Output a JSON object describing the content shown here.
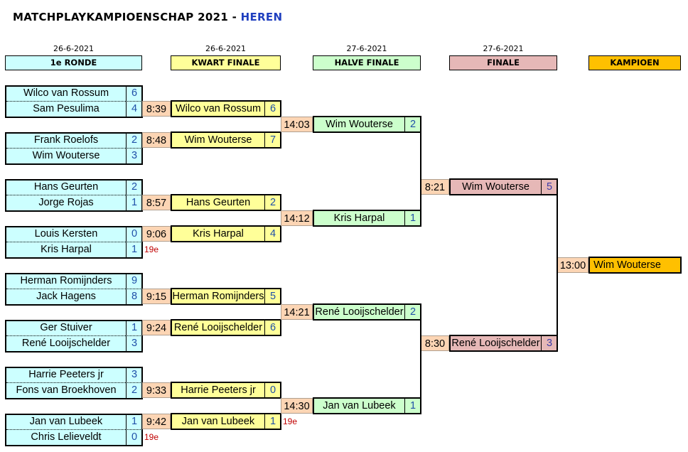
{
  "title": {
    "main": "MATCHPLAYKAMPIOENSCHAP 2021 -",
    "sub": "HEREN"
  },
  "rounds": [
    {
      "date": "26-6-2021",
      "label": "1e RONDE",
      "color": "#ccffff"
    },
    {
      "date": "26-6-2021",
      "label": "KWART FINALE",
      "color": "#ffff99"
    },
    {
      "date": "27-6-2021",
      "label": "HALVE FINALE",
      "color": "#ccffcc"
    },
    {
      "date": "27-6-2021",
      "label": "FINALE",
      "color": "#e6b8b7"
    },
    {
      "date": "",
      "label": "KAMPIOEN",
      "color": "#ffc000"
    }
  ],
  "first_round": [
    [
      {
        "name": "Wilco van Rossum",
        "score": "6"
      },
      {
        "name": "Sam Pesulima",
        "score": "4"
      }
    ],
    [
      {
        "name": "Frank Roelofs",
        "score": "2"
      },
      {
        "name": "Wim Wouterse",
        "score": "3"
      }
    ],
    [
      {
        "name": "Hans Geurten",
        "score": "2"
      },
      {
        "name": "Jorge Rojas",
        "score": "1"
      }
    ],
    [
      {
        "name": "Louis Kersten",
        "score": "0"
      },
      {
        "name": "Kris Harpal",
        "score": "1",
        "note": "19e"
      }
    ],
    [
      {
        "name": "Herman Romijnders",
        "score": "9"
      },
      {
        "name": "Jack Hagens",
        "score": "8"
      }
    ],
    [
      {
        "name": "Ger Stuiver",
        "score": "1"
      },
      {
        "name": "René Looijschelder",
        "score": "3"
      }
    ],
    [
      {
        "name": "Harrie Peeters jr",
        "score": "3"
      },
      {
        "name": "Fons van Broekhoven",
        "score": "2"
      }
    ],
    [
      {
        "name": "Jan van Lubeek",
        "score": "1"
      },
      {
        "name": "Chris Lelieveldt",
        "score": "0",
        "note": "19e"
      }
    ]
  ],
  "quarter_final": [
    {
      "time": "8:39",
      "name": "Wilco van Rossum",
      "score": "6"
    },
    {
      "time": "8:48",
      "name": "Wim Wouterse",
      "score": "7"
    },
    {
      "time": "8:57",
      "name": "Hans Geurten",
      "score": "2"
    },
    {
      "time": "9:06",
      "name": "Kris Harpal",
      "score": "4"
    },
    {
      "time": "9:15",
      "name": "Herman Romijnders",
      "score": "5"
    },
    {
      "time": "9:24",
      "name": "René Looijschelder",
      "score": "6"
    },
    {
      "time": "9:33",
      "name": "Harrie Peeters jr",
      "score": "0"
    },
    {
      "time": "9:42",
      "name": "Jan van Lubeek",
      "score": "1",
      "note": "19e"
    }
  ],
  "semi_final": [
    {
      "time": "14:03",
      "name": "Wim Wouterse",
      "score": "2"
    },
    {
      "time": "14:12",
      "name": "Kris Harpal",
      "score": "1"
    },
    {
      "time": "14:21",
      "name": "René Looijschelder",
      "score": "2"
    },
    {
      "time": "14:30",
      "name": "Jan van Lubeek",
      "score": "1"
    }
  ],
  "final": [
    {
      "time": "8:21",
      "name": "Wim Wouterse",
      "score": "5"
    },
    {
      "time": "8:30",
      "name": "René Looijschelder",
      "score": "3"
    }
  ],
  "champion": {
    "time": "13:00",
    "name": "Wim Wouterse"
  }
}
